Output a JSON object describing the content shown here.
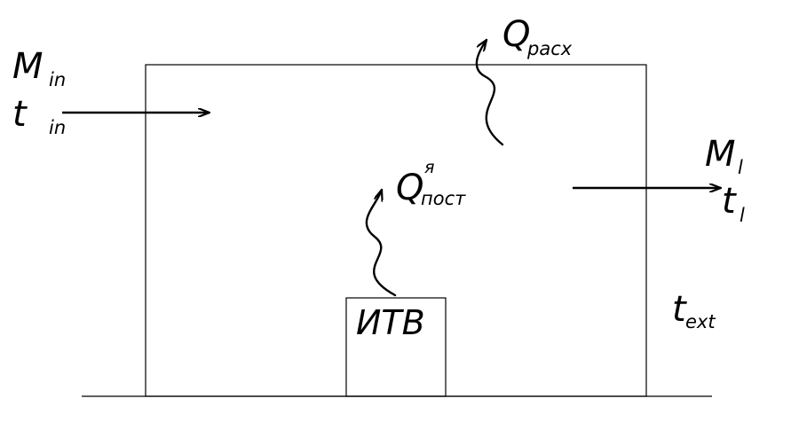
{
  "labels": {
    "mass_in": {
      "base": "M",
      "sub": "in"
    },
    "temp_in": {
      "base": "t",
      "sub": "in"
    },
    "mass_out": {
      "base": "M",
      "sub": "l"
    },
    "temp_out": {
      "base": "t",
      "sub": "l"
    },
    "heat_loss": {
      "base": "Q",
      "sub": "расх"
    },
    "heat_gain": {
      "base": "Q",
      "sub": "пост",
      "sup": "я"
    },
    "heat_source": "ИТВ",
    "temp_ext": {
      "base": "t",
      "sub": "ext"
    }
  },
  "colors": {
    "stroke": "#000000",
    "background": "#ffffff"
  }
}
